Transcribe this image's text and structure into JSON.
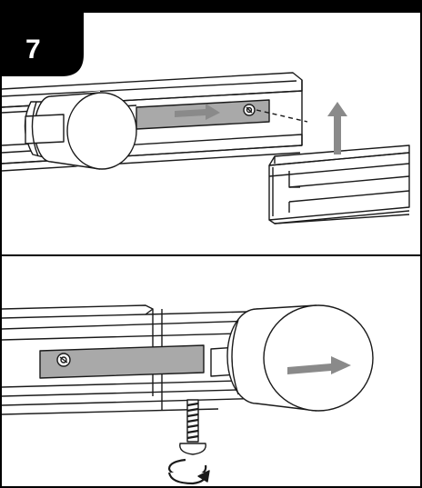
{
  "step": {
    "number": "7"
  },
  "panels": [
    {
      "id": "top",
      "description_icons": [
        "rail-icon",
        "end-cap-icon",
        "connector-plate-icon",
        "screw-icon",
        "slide-arrow-icon",
        "lift-arrow-icon",
        "separate-rail-piece-icon"
      ]
    },
    {
      "id": "bottom",
      "description_icons": [
        "rail-icon",
        "end-cap-icon",
        "connector-plate-icon",
        "screw-icon",
        "bolt-icon",
        "rotate-arrow-icon",
        "push-arrow-icon"
      ]
    }
  ],
  "colors": {
    "frame": "#000000",
    "line": "#1a1a1a",
    "plate": "#a9a9a9",
    "arrow": "#8a8a8a",
    "background": "#ffffff"
  }
}
